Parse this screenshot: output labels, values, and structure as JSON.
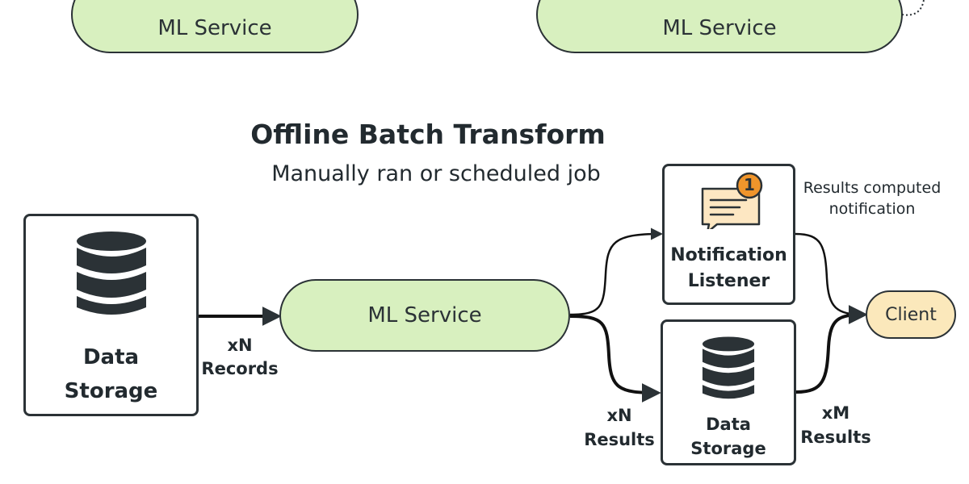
{
  "colors": {
    "service_fill": "#d8f0bf",
    "client_fill": "#fbe8bb",
    "stroke": "#2b3236",
    "notification_fill": "#fde7c2",
    "badge_fill": "#f0952b"
  },
  "top": {
    "service_left_label": "ML Service",
    "service_right_label": "ML Service"
  },
  "title": "Offline Batch Transform",
  "subtitle": "Manually ran or scheduled job",
  "source": {
    "label_line1": "Data",
    "label_line2": "Storage",
    "icon": "database-icon"
  },
  "edge_records": {
    "line1": "xN",
    "line2": "Records"
  },
  "ml_service": {
    "label": "ML Service"
  },
  "notification": {
    "line1": "Notification",
    "line2": "Listener",
    "badge": "1",
    "icon": "chat-notification-icon"
  },
  "results_note": {
    "line1": "Results computed",
    "line2": "notification"
  },
  "sink": {
    "label_line1": "Data",
    "label_line2": "Storage",
    "icon": "database-icon"
  },
  "edge_results_n": {
    "line1": "xN",
    "line2": "Results"
  },
  "edge_results_m": {
    "line1": "xM",
    "line2": "Results"
  },
  "client": {
    "label": "Client"
  }
}
